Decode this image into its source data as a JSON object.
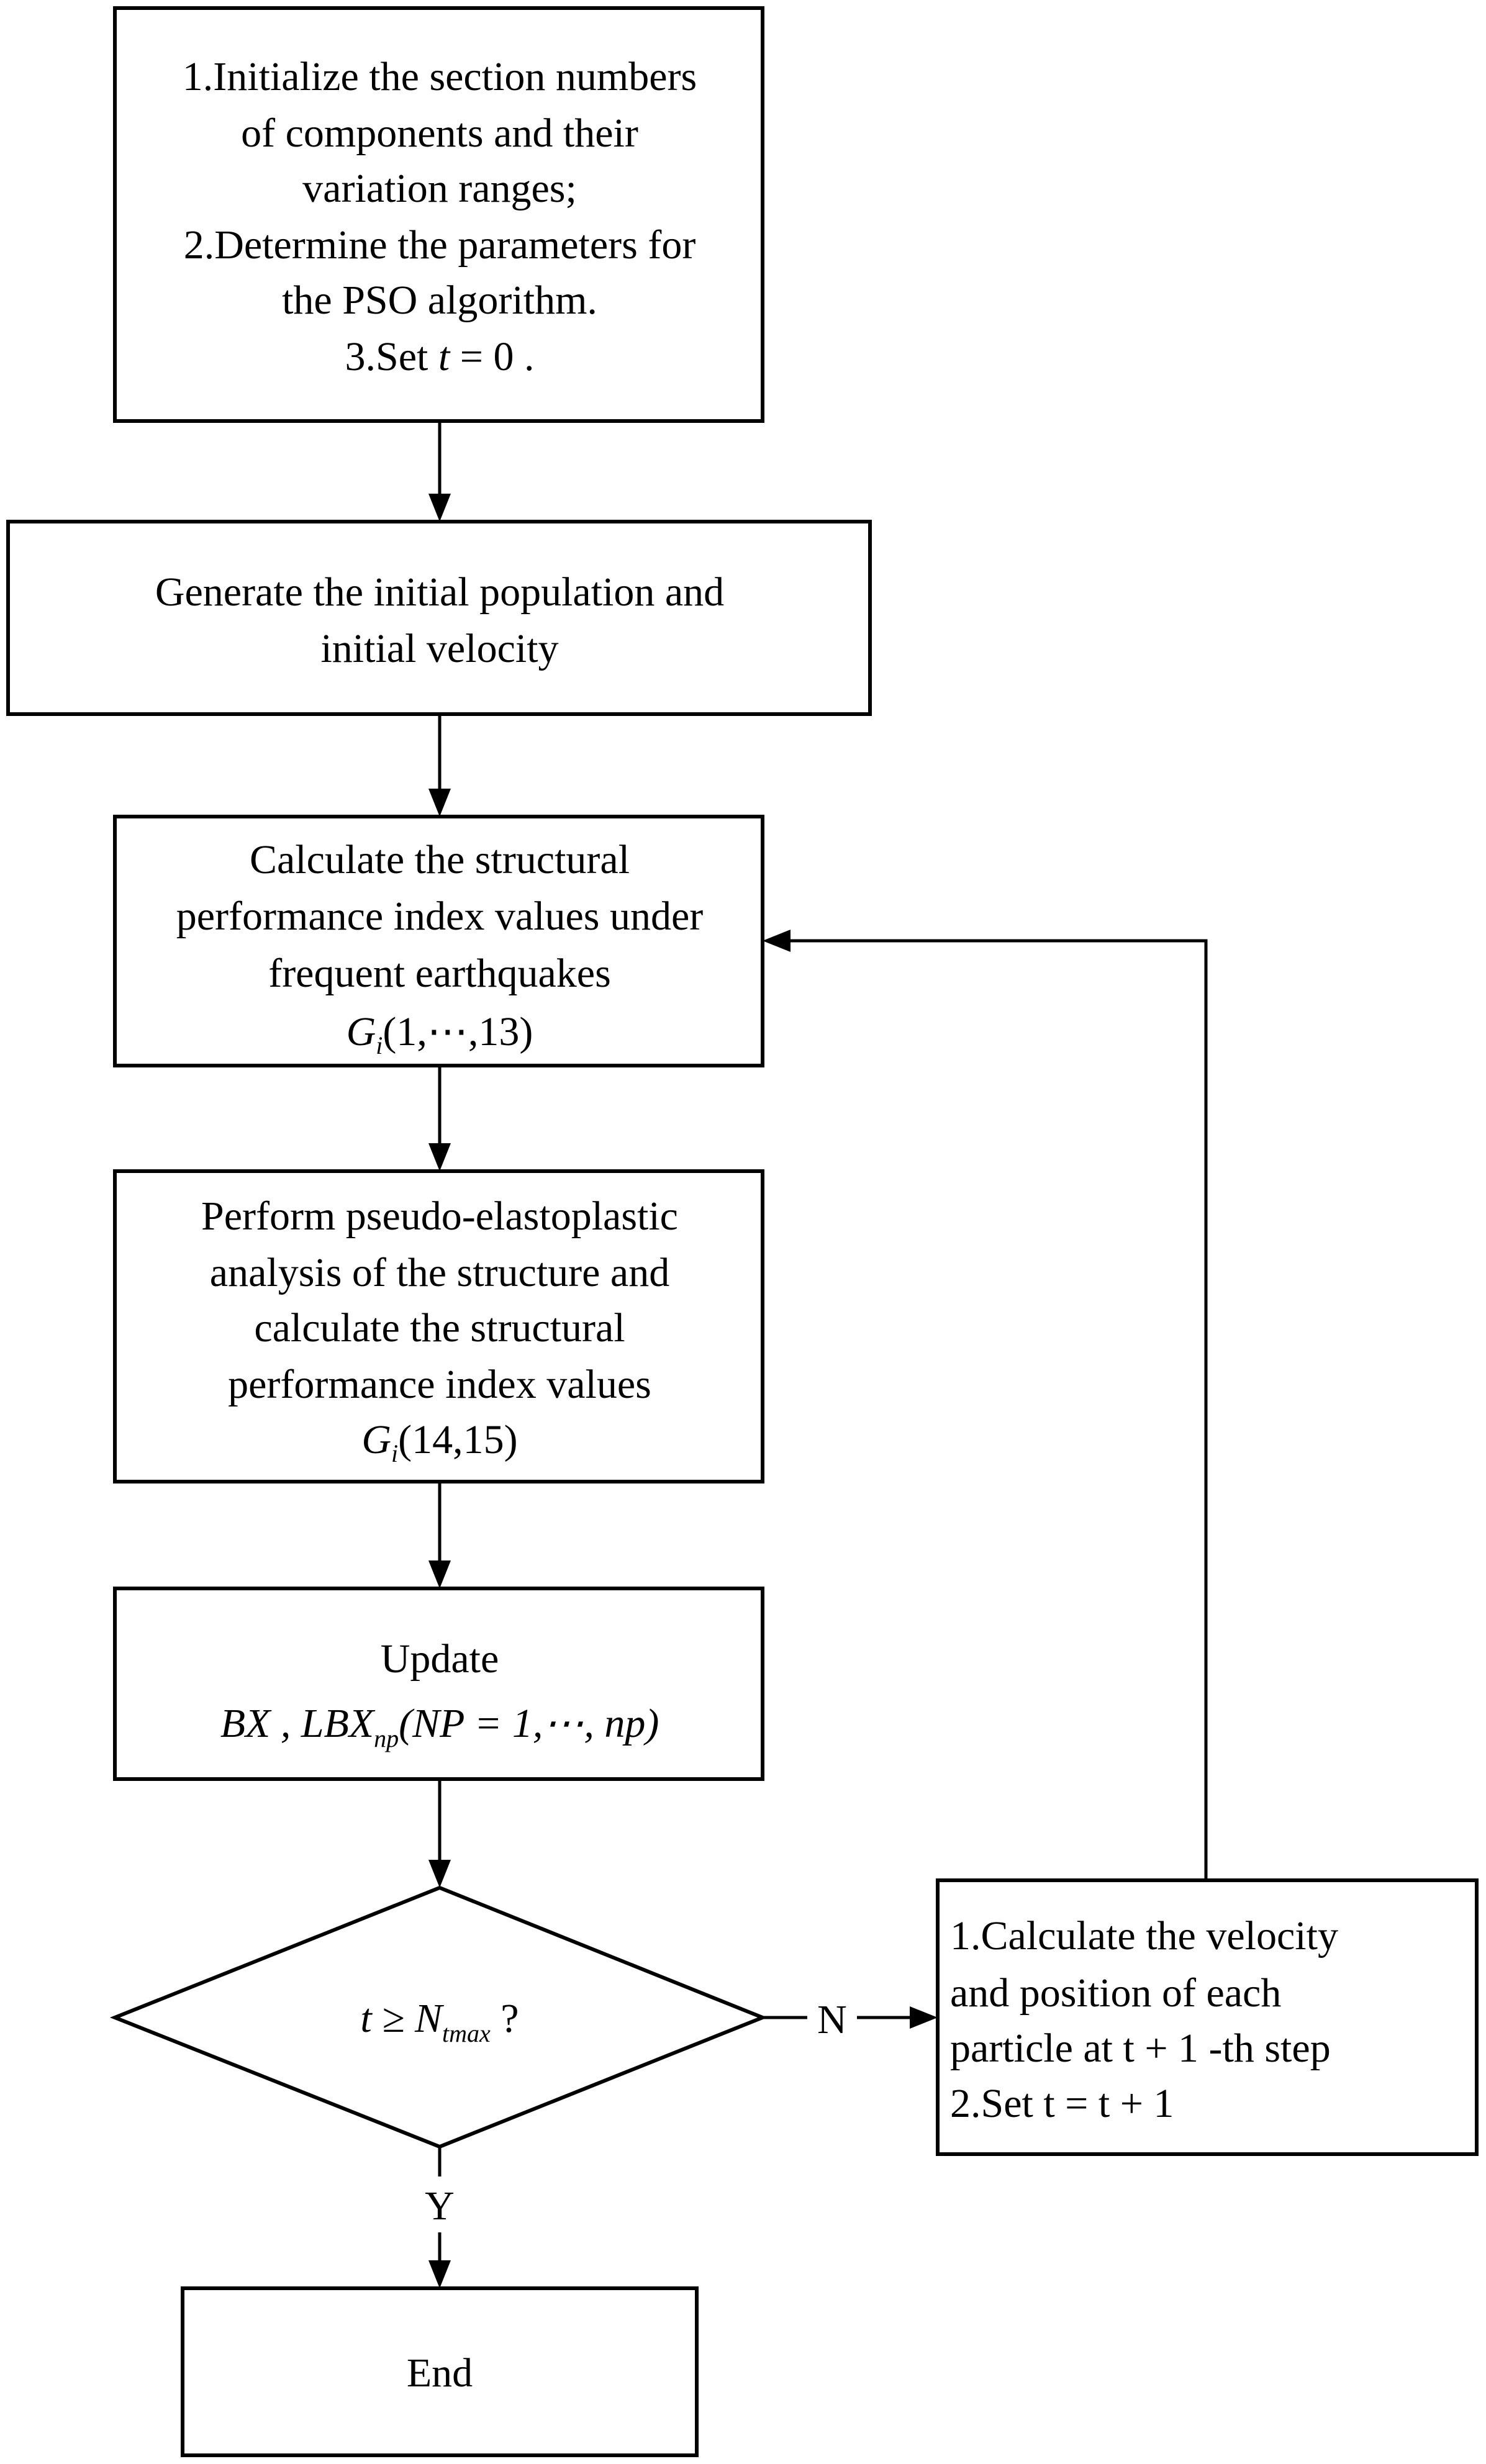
{
  "flowchart": {
    "init_box": {
      "lines": [
        "1.Initialize the section numbers",
        "of components and their",
        "variation ranges;",
        "2.Determine the parameters for",
        "the PSO algorithm."
      ],
      "set_prefix": "3.Set ",
      "set_var": "t",
      "set_rest": " = 0 ."
    },
    "generate_box": {
      "lines": [
        "Generate the initial population and",
        "initial velocity"
      ]
    },
    "frequent_box": {
      "lines": [
        "Calculate the structural",
        "performance index values under",
        "frequent earthquakes"
      ],
      "formula_base": "G",
      "formula_sub": "i",
      "formula_rest": "(1,⋯,13)"
    },
    "pseudo_box": {
      "lines": [
        "Perform pseudo-elastoplastic",
        "analysis of the structure and",
        "calculate the structural",
        "performance index values"
      ],
      "formula_base": "G",
      "formula_sub": "i",
      "formula_rest": "(14,15)"
    },
    "update_box": {
      "title": "Update",
      "formula_a": "BX , LBX",
      "formula_sub": "np",
      "formula_b": "(NP = 1,⋯, np)"
    },
    "decision": {
      "a": "t ≥ N",
      "sub": "tmax",
      "b": " ?"
    },
    "no_label": "N",
    "yes_label": "Y",
    "velocity_box": {
      "lines": [
        "1.Calculate the velocity",
        "and position of each",
        "particle at  t + 1 -th step",
        "2.Set t = t + 1"
      ]
    },
    "end_box": {
      "label": "End"
    }
  }
}
